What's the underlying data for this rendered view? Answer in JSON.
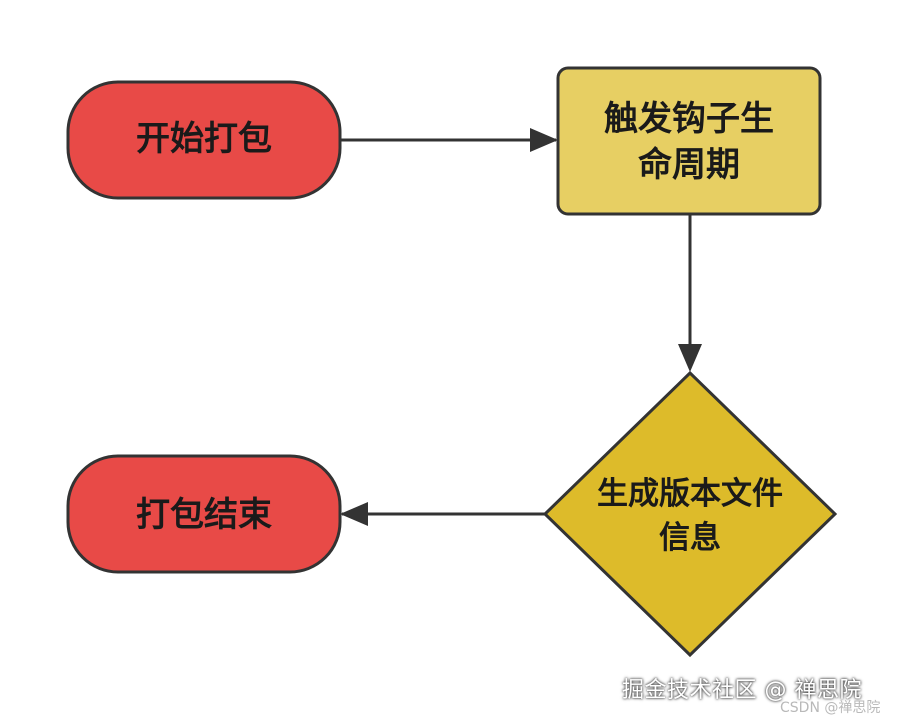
{
  "nodes": {
    "start": {
      "label": "开始打包",
      "color": "#e84a47"
    },
    "hook": {
      "line1": "触发钩子生",
      "line2": "命周期",
      "color": "#e7cf63"
    },
    "decision": {
      "line1": "生成版本文件",
      "line2": "信息",
      "color": "#ddbb2a"
    },
    "end": {
      "label": "打包结束",
      "color": "#e84a47"
    }
  },
  "watermark": {
    "main": "掘金技术社区 @ 禅思院",
    "sub": "CSDN @禅思院"
  }
}
